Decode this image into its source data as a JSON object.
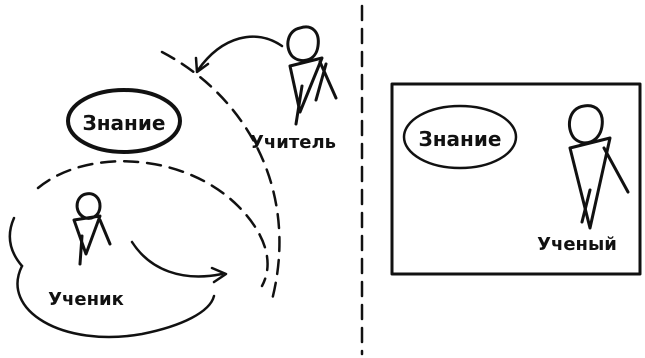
{
  "left_scene": {
    "knowledge_label": "Знание",
    "teacher_label": "Учитель",
    "student_label": "Ученик"
  },
  "right_scene": {
    "knowledge_label": "Знание",
    "scientist_label": "Ученый"
  },
  "colors": {
    "ink": "#111111",
    "background": "#ffffff"
  }
}
